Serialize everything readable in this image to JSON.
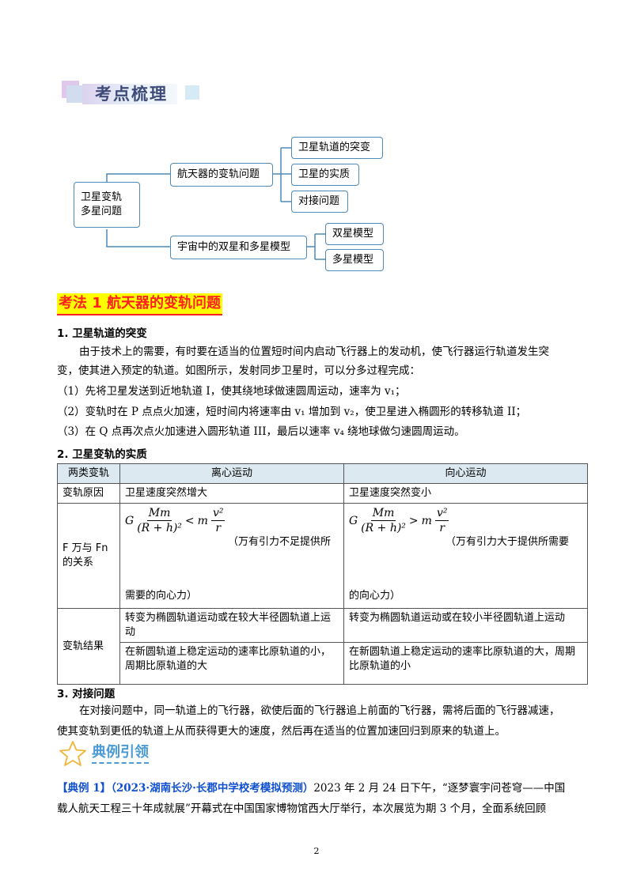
{
  "banner": {
    "title": "考点梳理"
  },
  "mindmap": {
    "root": [
      "卫星变轨",
      "多星问题"
    ],
    "branch1": "航天器的变轨问题",
    "branch1_children": [
      "卫星轨道的突变",
      "卫星的实质",
      "对接问题"
    ],
    "branch2": "宇宙中的双星和多星模型",
    "branch2_children": [
      "双星模型",
      "多星模型"
    ]
  },
  "section1": {
    "heading": "考法 1  航天器的变轨问题",
    "sub1": "1.  卫星轨道的突变",
    "p1_line1": "由于技术上的需要，有时要在适当的位置短时间内启动飞行器上的发动机，使飞行器运行轨道发生突",
    "p1_line2": "变，使其进入预定的轨道。如图所示，发射同步卫星时，可以分多过程完成：",
    "item1": "（1）先将卫星发送到近地轨道 I，使其绕地球做速圆周运动，速率为 v₁；",
    "item2": "（2）变轨时在  P 点点火加速，短时间内将速率由 v₁ 增加到 v₂，使卫星进入椭圆形的转移轨道 II；",
    "item3": "（3）在 Q  点再次点火加速进入圆形轨道 III，最后以速率 v₄ 绕地球做匀速圆周运动。",
    "sub2": "2.  卫星变轨的实质",
    "sub3": "3.  对接问题",
    "p3_line1": "在对接问题中，同一轨道上的飞行器，欲使后面的飞行器追上前面的飞行器，需将后面的飞行器减速，",
    "p3_line2": "使其变轨到更低的轨道上从而获得更大的速度，然后再在适当的位置加速回归到原来的轨道上。"
  },
  "table": {
    "headers": [
      "两类变轨",
      "离心运动",
      "向心运动"
    ],
    "row1": [
      "变轨原因",
      "卫星速度突然增大",
      "卫星速度突然变小"
    ],
    "row2_label": [
      "F 万与 Fn",
      "的关系"
    ],
    "formula_left": {
      "G": "G",
      "num": "Mm",
      "den": "(R + h)²",
      "op": "<",
      "m": "m",
      "vnum": "v²",
      "vden": "r"
    },
    "formula_right": {
      "G": "G",
      "num": "Mm",
      "den": "(R + h)²",
      "op": ">",
      "m": "m",
      "vnum": "v²",
      "vden": "r"
    },
    "row2_left_note": "（万有引力不足提供所",
    "row2_left_tail": "需要的向心力）",
    "row2_right_note": "（万有引力大于提供所需要",
    "row2_right_tail": "的向心力）",
    "row3_label": "变轨结果",
    "row3_left_a": "转变为椭圆轨道运动或在较大半径圆轨道上运动",
    "row3_right_a": "转变为椭圆轨道运动或在较小半径圆轨道上运动",
    "row3_left_b": "在新圆轨道上稳定运动的速率比原轨道的小，周期比原轨道的大",
    "row3_right_b": "在新圆轨道上稳定运动的速率比原轨道的大，周期比原轨道的小"
  },
  "example": {
    "title": "典例引领",
    "tag": "【典例 1】（2023·湖南长沙·长郡中学校考模拟预测）",
    "line1_rest": "2023 年 2 月 24 日下午，“逐梦寰宇问苍穹——中国",
    "line2": "载人航天工程三十年成就展”开幕式在中国国家博物馆西大厅举行，本次展览为期 3 个月，全面系统回顾"
  },
  "page_number": "2"
}
